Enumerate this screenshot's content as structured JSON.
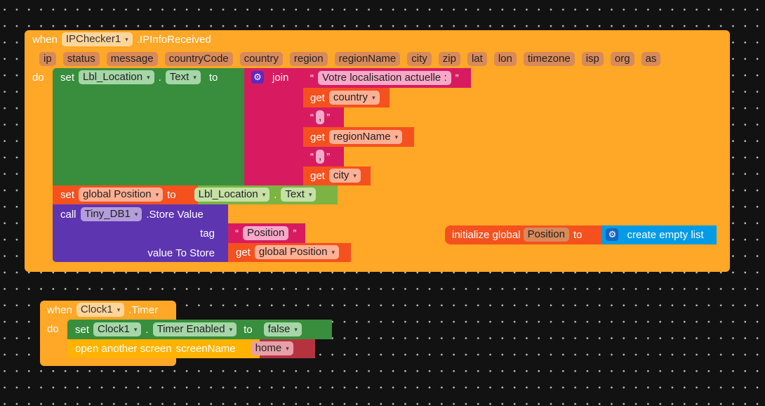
{
  "event1": {
    "when": "when",
    "component": "IPChecker1",
    "event": ".IPInfoReceived",
    "do": "do",
    "params": [
      "ip",
      "status",
      "message",
      "countryCode",
      "country",
      "region",
      "regionName",
      "city",
      "zip",
      "lat",
      "lon",
      "timezone",
      "isp",
      "org",
      "as"
    ]
  },
  "set1": {
    "set": "set",
    "component": "Lbl_Location",
    "dot": ".",
    "property": "Text",
    "to": "to"
  },
  "join": {
    "label": "join",
    "items": {
      "text1": "Votre localisation actuelle :",
      "get_country": "country",
      "sep1": ",",
      "get_region": "regionName",
      "sep2": ",",
      "get_city": "city"
    },
    "get": "get"
  },
  "set2": {
    "set": "set",
    "variable": "global Position",
    "to": "to",
    "component": "Lbl_Location",
    "dot": ".",
    "property": "Text"
  },
  "call": {
    "call": "call",
    "component": "Tiny_DB1",
    "method": ".Store Value",
    "tag_label": "tag",
    "tag_value": "Position",
    "value_label": "value To Store",
    "get": "get",
    "value_var": "global Position"
  },
  "init": {
    "label": "initialize global",
    "name": "Position",
    "to": "to",
    "value": "create empty list"
  },
  "event2": {
    "when": "when",
    "component": "Clock1",
    "event": ".Timer",
    "do": "do"
  },
  "set3": {
    "set": "set",
    "component": "Clock1",
    "dot": ".",
    "property": "Timer Enabled",
    "to": "to",
    "value": "false"
  },
  "open": {
    "label": "open another screen",
    "param": "screenName",
    "value": "home"
  },
  "quote_open": "“",
  "quote_close": "”",
  "dropdown": "▾",
  "gear": "⚙"
}
